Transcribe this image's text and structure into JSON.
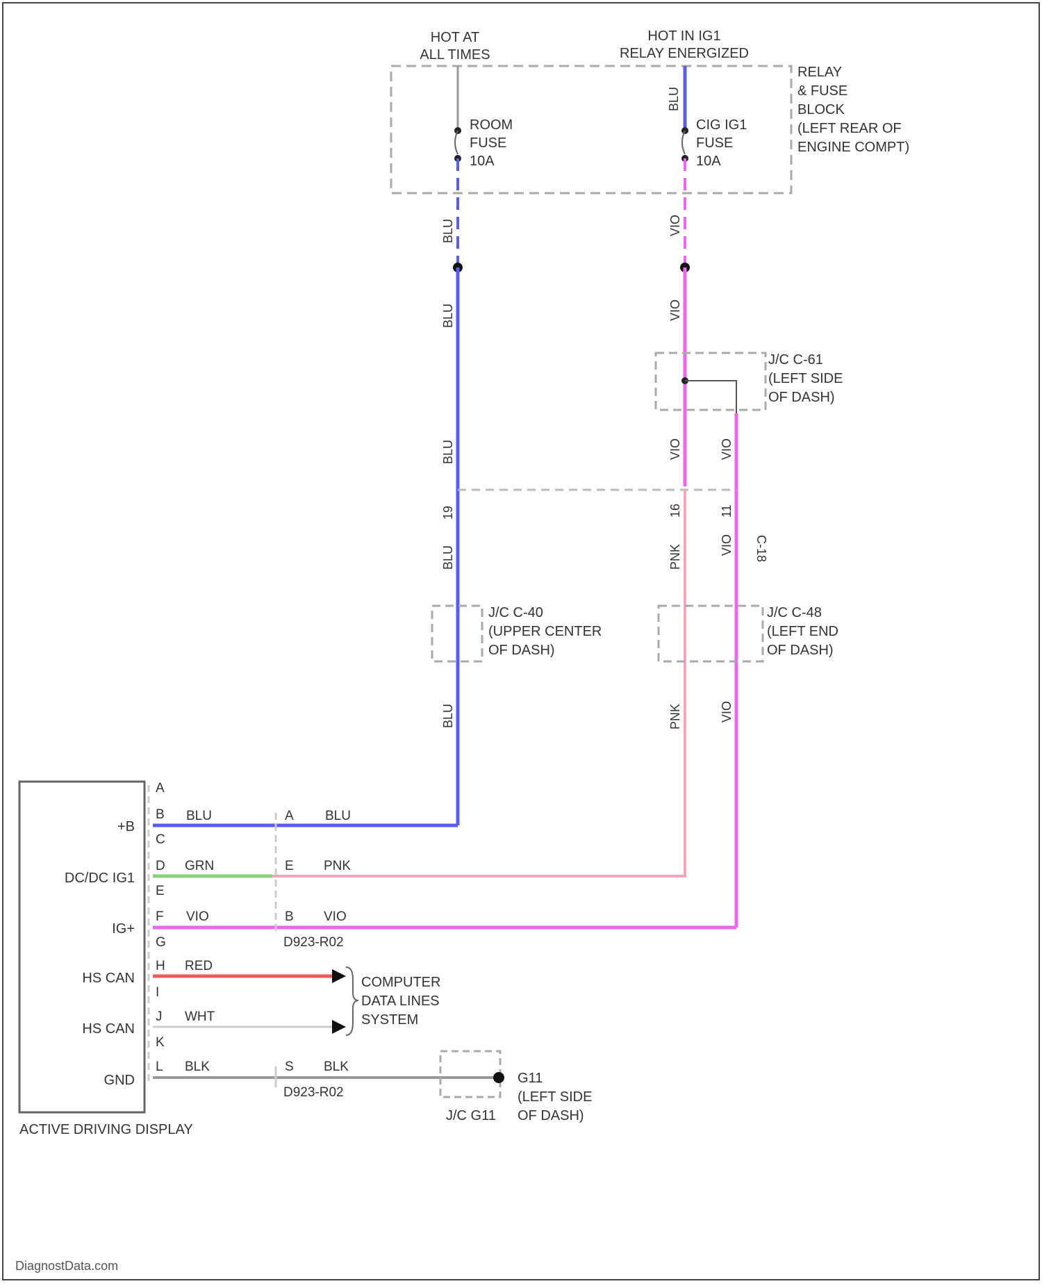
{
  "sources": {
    "hot_at_all_times": [
      "HOT AT",
      "ALL TIMES"
    ],
    "hot_relay": [
      "HOT IN IG1",
      "RELAY ENERGIZED"
    ]
  },
  "relay_block": {
    "label": [
      "RELAY",
      "& FUSE",
      "BLOCK",
      "(LEFT REAR OF",
      "ENGINE COMPT)"
    ],
    "fuse_left": [
      "ROOM",
      "FUSE",
      "10A"
    ],
    "fuse_right": [
      "CIG IG1",
      "FUSE",
      "10A"
    ]
  },
  "junctions": {
    "jc_c61": [
      "J/C C-61",
      "(LEFT SIDE",
      "OF DASH)"
    ],
    "jc_c40": [
      "J/C C-40",
      "(UPPER CENTER",
      "OF DASH)"
    ],
    "jc_c48": [
      "J/C C-48",
      "(LEFT END",
      "OF DASH)"
    ],
    "g11": [
      "G11",
      "(LEFT SIDE",
      "OF DASH)"
    ],
    "jc_g11": "J/C G11"
  },
  "wire_colors": {
    "blu": "BLU",
    "vio": "VIO",
    "pnk": "PNK",
    "grn": "GRN",
    "red": "RED",
    "wht": "WHT",
    "blk": "BLK"
  },
  "pins": {
    "c_19": "19",
    "c_16": "16",
    "c_11": "11",
    "c_18": "C-18",
    "letters": [
      "A",
      "B",
      "C",
      "D",
      "E",
      "F",
      "G",
      "H",
      "I",
      "J",
      "K",
      "L"
    ],
    "conn_a": "A",
    "conn_e": "E",
    "conn_b": "B",
    "conn_s": "S"
  },
  "connectors": {
    "upper": "D923-R02",
    "lower": "D923-R02"
  },
  "component": {
    "name": "ACTIVE DRIVING DISPLAY",
    "pins": [
      "+B",
      "DC/DC IG1",
      "IG+",
      "HS CAN",
      "HS CAN",
      "GND"
    ]
  },
  "computer_system": [
    "COMPUTER",
    "DATA LINES",
    "SYSTEM"
  ],
  "footer": "DiagnostData.com",
  "colors": {
    "blu": "#5b5bf0",
    "vio": "#ee66ee",
    "pnk": "#f4a7b9",
    "grn": "#88d07a",
    "red": "#ee5b5b",
    "wht": "#cccccc",
    "blk": "#999999",
    "dash": "#aaaaaa"
  }
}
